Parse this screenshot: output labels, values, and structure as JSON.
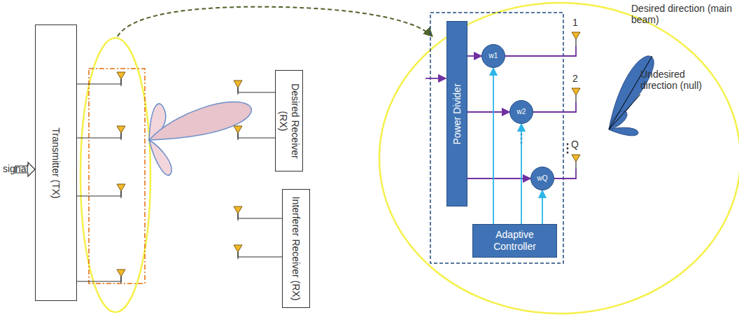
{
  "diagram": {
    "nodes": [
      {
        "text": [
          "Transmitter (TX)"
        ]
      },
      {
        "text": [
          "Desired Receiver (RX)"
        ]
      },
      {
        "text": [
          "Interferer Receiver (RX)"
        ]
      },
      {
        "text": [
          "Power Divider"
        ]
      },
      {
        "text": [
          "w1"
        ]
      },
      {
        "text": [
          "w2"
        ]
      },
      {
        "text": [
          "wQ"
        ]
      },
      {
        "text": [
          "Adaptive Controller"
        ]
      }
    ],
    "edges": [
      {
        "from": 3,
        "to": 4,
        "arrow": "to"
      },
      {
        "from": 3,
        "to": 5,
        "arrow": "to"
      },
      {
        "from": 3,
        "to": 6,
        "arrow": "to"
      },
      {
        "from": 7,
        "to": 4,
        "arrow": "to"
      },
      {
        "from": 7,
        "to": 5,
        "arrow": "to"
      },
      {
        "from": 7,
        "to": 6,
        "arrow": "to"
      }
    ],
    "labels": [
      "signal",
      "1",
      "2",
      "Q",
      "Desired direction (main beam)",
      "Undesired direction (null)"
    ]
  }
}
